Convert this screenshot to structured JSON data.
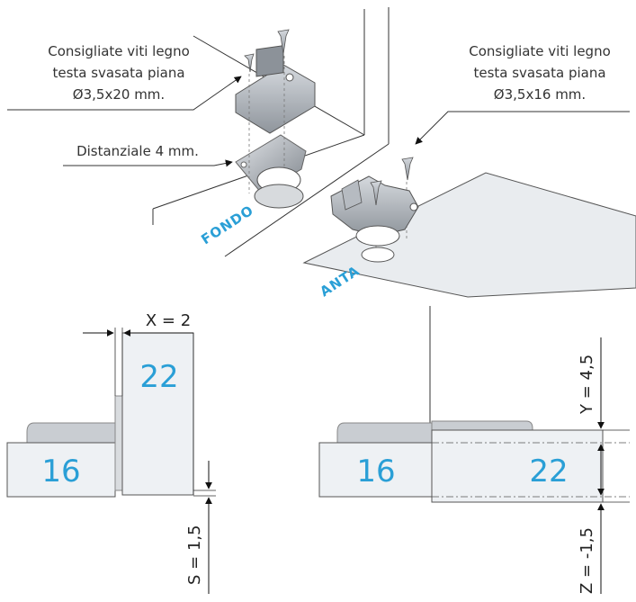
{
  "callouts": {
    "screws_bottom": [
      "Consigliate viti legno",
      "testa svasata piana",
      "Ø3,5x20 mm."
    ],
    "screws_door": [
      "Consigliate viti legno",
      "testa svasata piana",
      "Ø3,5x16 mm."
    ],
    "spacer": "Distanziale 4 mm."
  },
  "panel_labels": {
    "bottom": "FONDO",
    "door": "ANTA"
  },
  "detail_left": {
    "board_thickness": "16",
    "panel_thickness": "22",
    "dim_x": "X = 2",
    "dim_s": "S = 1,5"
  },
  "detail_right": {
    "board_thickness": "16",
    "panel_thickness": "22",
    "dim_y": "Y = 4,5",
    "dim_z": "Z = -1,5"
  },
  "colors": {
    "accent": "#2a9fd6",
    "line": "#333333",
    "panel_fill": "#eef1f4",
    "metal": "#a9aeb4"
  }
}
